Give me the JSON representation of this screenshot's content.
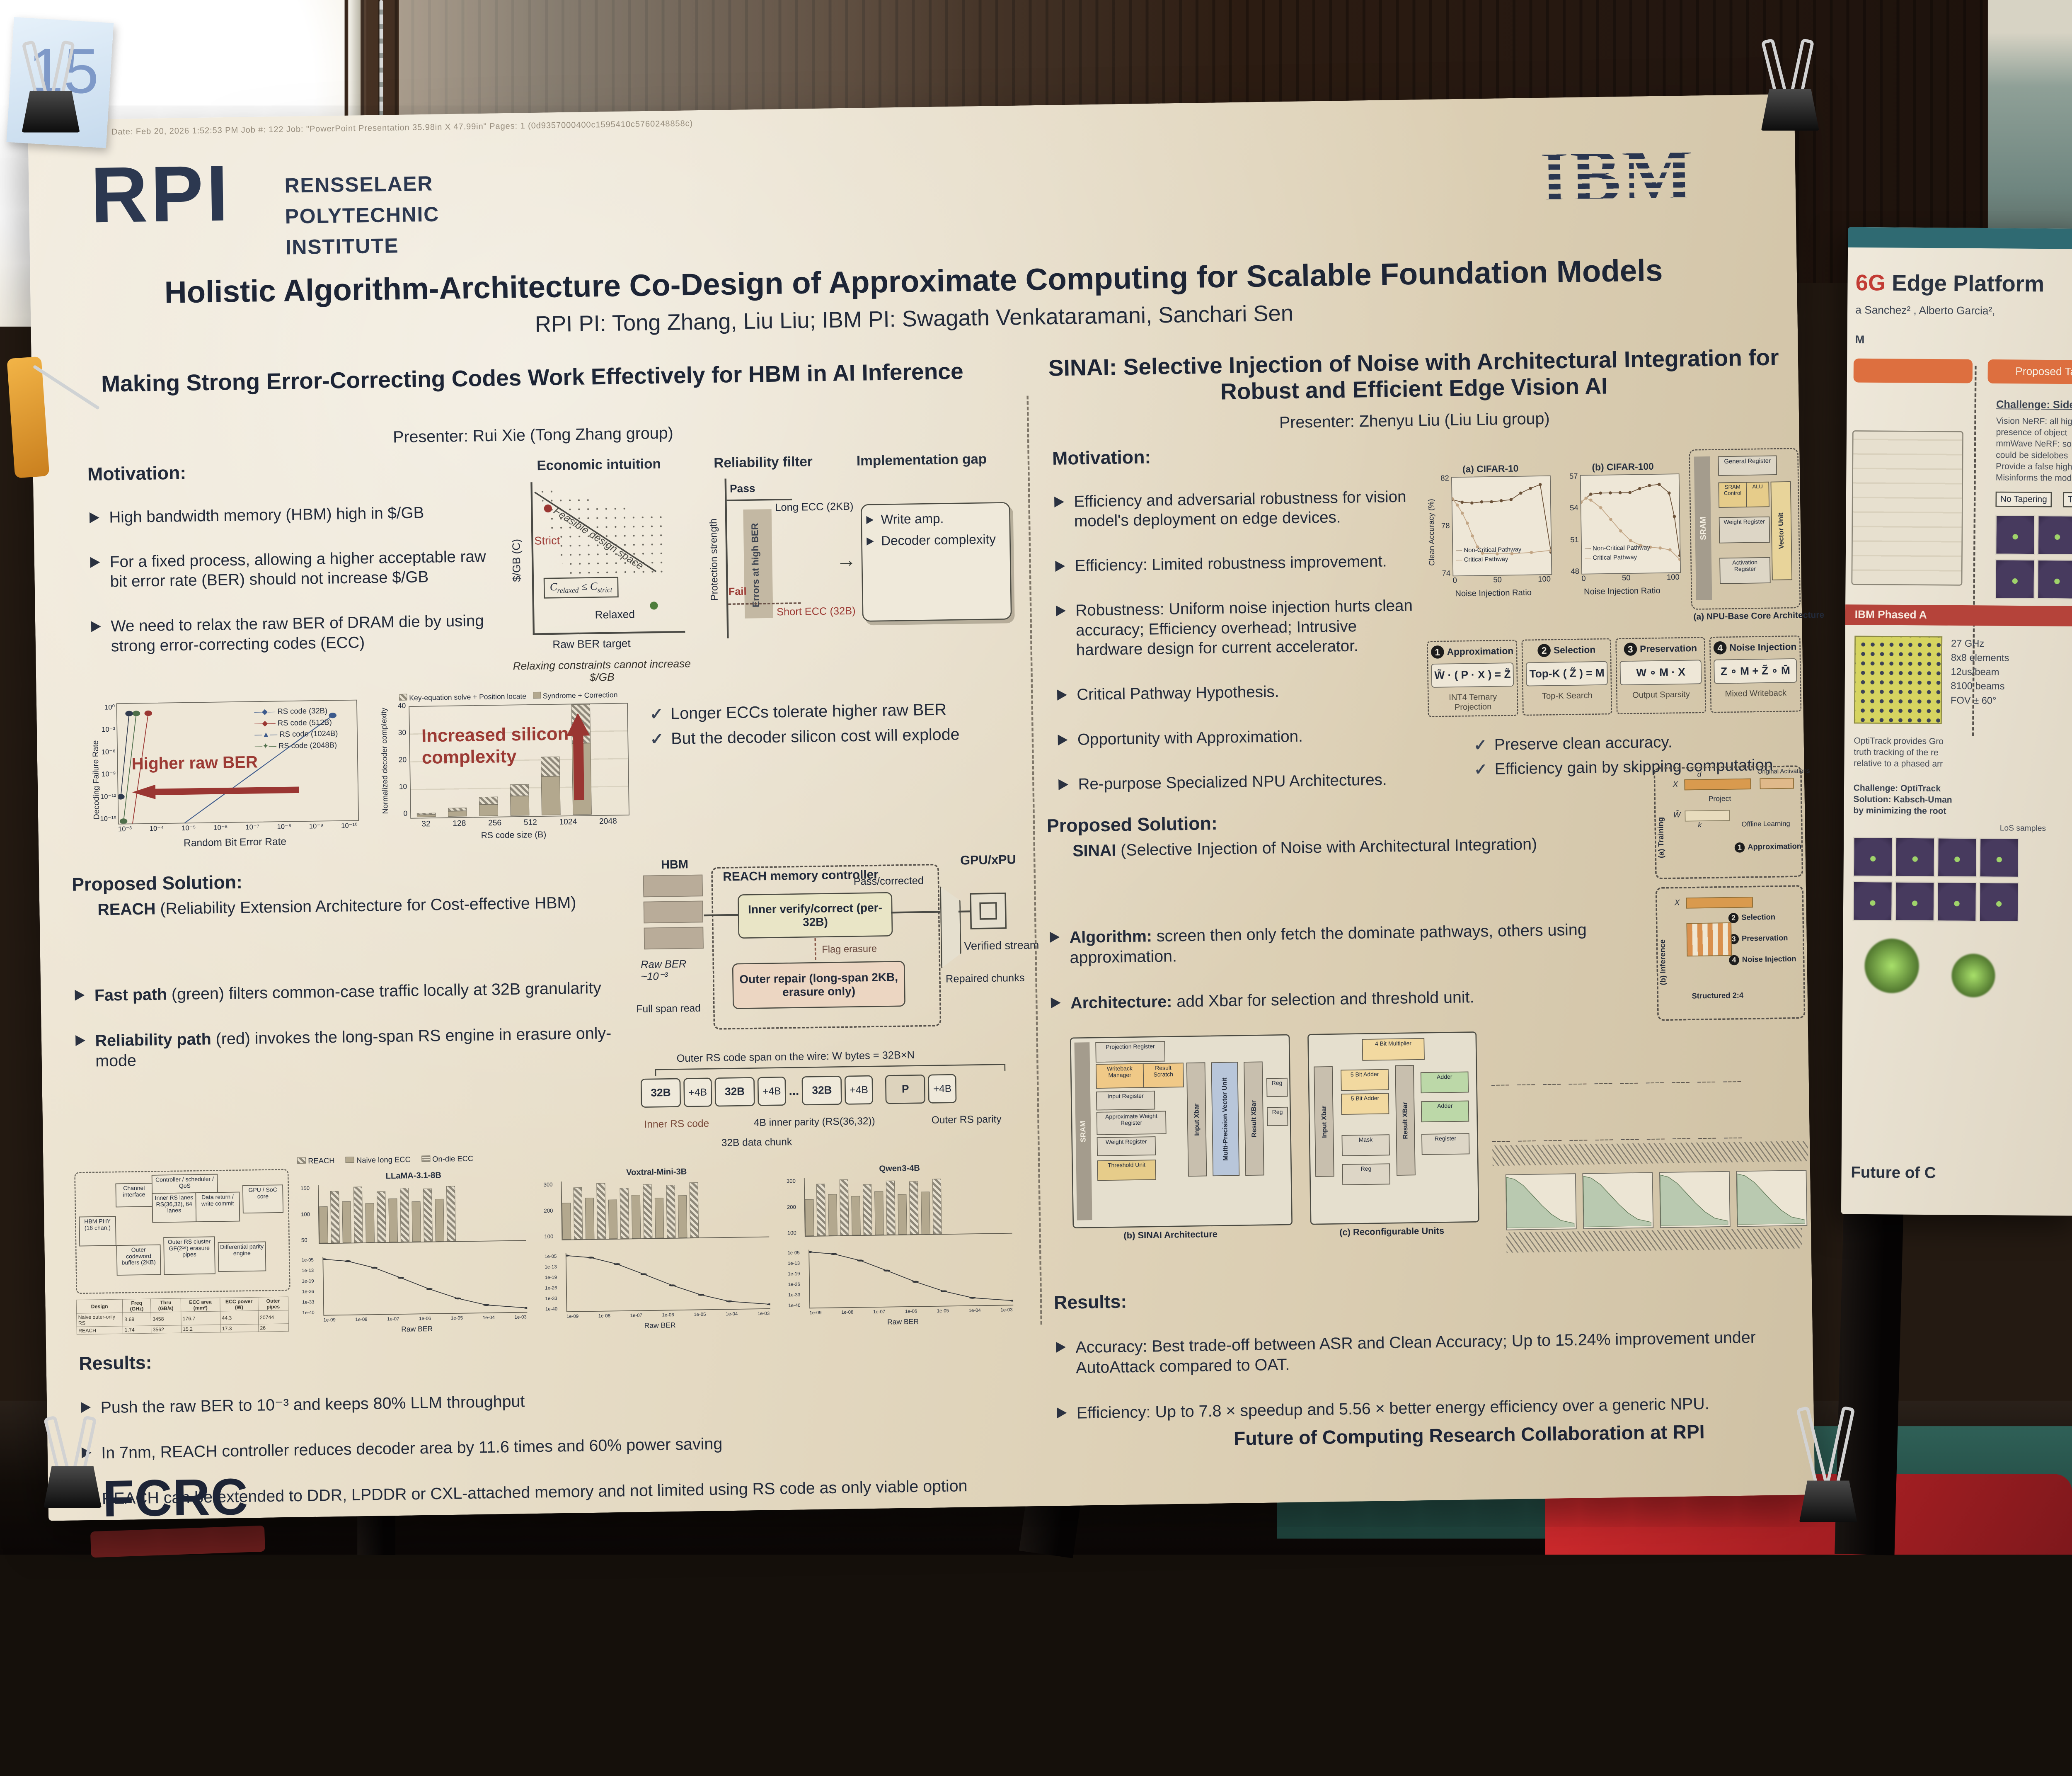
{
  "glyphs": {
    "check": "✓",
    "rarrow": "→",
    "uarrow": "↑",
    "ellipsis": "..."
  },
  "scene": {
    "sticky_note": "15"
  },
  "poster": {
    "print_line": "Date: Feb 20, 2026 1:52:53 PM    Job #: 122    Job: \"PowerPoint Presentation 35.98in X 47.99in\"    Pages: 1    (0d9357000400c1595410c5760248858c)",
    "rpi_logo": "RPI",
    "rpi_lines": [
      "RENSSELAER",
      "POLYTECHNIC",
      "INSTITUTE"
    ],
    "ibm_logo": "IBM",
    "title": "Holistic Algorithm-Architecture Co-Design of Approximate Computing for Scalable Foundation Models",
    "authors": "RPI PI: Tong Zhang, Liu Liu; IBM PI: Swagath Venkataramani, Sanchari Sen",
    "footer_fcrc": "FCRC",
    "footer_text": "Future of Computing Research Collaboration at RPI"
  },
  "left": {
    "heading": "Making Strong Error-Correcting Codes Work Effectively for HBM in AI Inference",
    "presenter": "Presenter: Rui Xie (Tong Zhang group)",
    "motivation_label": "Motivation:",
    "motivation": [
      "High bandwidth memory (HBM) high in $/GB",
      "For a fixed process, allowing a higher acceptable raw bit error rate (BER) should not increase $/GB",
      "We need to relax the raw BER of DRAM die by using strong error-correcting codes (ECC)"
    ],
    "fig_econ": {
      "title": "Economic intuition",
      "ylabel": "$/GB (C)",
      "xlabel": "Raw BER target",
      "strict": "Strict",
      "relaxed": "Relaxed",
      "feasible": "Feasible design space",
      "c": "C",
      "sub1": "relaxed",
      "le": "≤",
      "c2": "C",
      "sub2": "strict",
      "caption": "Relaxing constraints cannot increase $/GB"
    },
    "fig_filter": {
      "title": "Reliability filter",
      "ylabel": "Protection strength",
      "pass": "Pass",
      "fail": "Fail",
      "bar": "Errors at high BER",
      "long_ecc": "Long ECC (2KB)",
      "short_ecc": "Short ECC (32B)"
    },
    "fig_gap": {
      "title": "Implementation gap",
      "items": [
        "Write amp.",
        "Decoder complexity"
      ]
    },
    "fig_fail": {
      "ylabel": "Decoding Failure Rate",
      "xlabel": "Random Bit Error Rate",
      "annotation": "Higher raw BER",
      "legend": [
        "RS code (32B)",
        "RS code (512B)",
        "RS code (1024B)",
        "RS code (2048B)"
      ],
      "yticks": [
        "10⁰",
        "10⁻³",
        "10⁻⁶",
        "10⁻⁹",
        "10⁻¹²",
        "10⁻¹⁵"
      ],
      "xticks": [
        "10⁻³",
        "10⁻⁴",
        "10⁻⁵",
        "10⁻⁶",
        "10⁻⁷",
        "10⁻⁸",
        "10⁻⁹",
        "10⁻¹⁰"
      ]
    },
    "checks": [
      "Longer ECCs tolerate higher raw BER",
      "But the decoder silicon cost will explode"
    ],
    "solution_label": "Proposed Solution:",
    "solution_intro_b": "REACH",
    "solution_intro_rest": " (Reliability Extension Architecture for Cost-effective HBM)",
    "solution_bullets": [
      {
        "b": "Fast path",
        "rest": " (green) filters common-case traffic locally at 32B granularity"
      },
      {
        "b": "Reliability path",
        "rest": " (red) invokes the long-span RS engine in erasure only-mode"
      }
    ],
    "fig_reach": {
      "hbm": "HBM",
      "raw_ber": "Raw BER\n~10⁻³",
      "full_span": "Full span read",
      "controller": "REACH memory controller",
      "inner": "Inner verify/correct (per-32B)",
      "flag": "Flag erasure",
      "outer": "Outer repair (long-span 2KB, erasure only)",
      "pass": "Pass/corrected",
      "verified": "Verified stream",
      "repaired": "Repaired chunks",
      "gpu": "GPU/xPU"
    },
    "fig_strip": {
      "span": "Outer RS code span on the wire: W bytes = 32B×N",
      "cells": [
        "32B",
        "+4B",
        "32B",
        "+4B",
        "...",
        "32B",
        "+4B",
        "P",
        "+4B"
      ],
      "inner": "Inner RS code",
      "chunk": "32B data chunk",
      "parity": "4B inner parity (RS(36,32))",
      "outer": "Outer RS parity"
    },
    "fig_block": {
      "boxes": [
        "HBM PHY (16 chan.)",
        "Channel interface",
        "Controller / scheduler / QoS",
        "Inner RS lanes RS(36,32), 64 lanes",
        "Data return / write commit",
        "GPU / SoC core",
        "Outer codeword buffers (2KB)",
        "Outer RS cluster GF(2¹⁶) erasure pipes",
        "Differential parity engine"
      ]
    },
    "table": {
      "headers": [
        "Design",
        "Freq (GHz)",
        "Thru (GB/s)",
        "ECC area (mm²)",
        "ECC power (W)",
        "Outer pipes"
      ],
      "rows": [
        [
          "Naive outer-only RS",
          "3.69",
          "3458",
          "176.7",
          "44.3",
          "20744"
        ],
        [
          "REACH",
          "1.74",
          "3562",
          "15.2",
          "17.3",
          "26"
        ]
      ]
    },
    "fig_charts": {
      "legend": [
        "REACH",
        "Naive long ECC",
        "On-die ECC"
      ],
      "bar_titles": [
        "LLaMA-3.1-8B",
        "Voxtral-Mini-3B",
        "Qwen3-4B"
      ],
      "bar_yticks": [
        [
          "50",
          "100",
          "150"
        ],
        [
          "100",
          "200",
          "300"
        ],
        [
          "100",
          "200",
          "300"
        ]
      ],
      "line_yticks": [
        "1e-05",
        "1e-13",
        "1e-19",
        "1e-26",
        "1e-33",
        "1e-40"
      ],
      "line_xticks": [
        "1e-09",
        "1e-08",
        "1e-07",
        "1e-06",
        "1e-05",
        "1e-04",
        "1e-03"
      ],
      "line_xlabel": "Raw BER"
    },
    "results_label": "Results:",
    "results": [
      "Push the raw BER to 10⁻³ and keeps 80% LLM throughput",
      "In 7nm, REACH controller reduces decoder area by 11.6 times and 60% power saving",
      "REACH can be extended to DDR, LPDDR or CXL-attached memory and not limited using RS code as only viable option"
    ]
  },
  "right": {
    "heading": "SINAI: Selective Injection of Noise with Architectural Integration for Robust and Efficient Edge Vision AI",
    "presenter": "Presenter: Zhenyu Liu (Liu Liu group)",
    "motivation_label": "Motivation:",
    "motivation": [
      "Efficiency and adversarial robustness for vision model's deployment on edge devices.",
      "Efficiency: Limited robustness improvement.",
      "Robustness: Uniform noise injection hurts clean accuracy; Efficiency overhead; Intrusive hardware design for current accelerator.",
      "Critical Pathway Hypothesis.",
      "Opportunity with Approximation.",
      "Re-purpose Specialized NPU Architectures."
    ],
    "fig_npu": {
      "caption": "(a) NPU-Base Core Architecture",
      "sram": "SRAM",
      "general": "General Register",
      "sram_ctl": "SRAM Control",
      "alu": "ALU",
      "weight": "Weight Register",
      "act": "Activation Register",
      "vector": "Vector Unit"
    },
    "fig_steps": {
      "panels": [
        {
          "num": "1",
          "name": "Approximation",
          "formula": "W̃ · ( P · X ) = Z̃",
          "caption": "INT4  Ternary Projection"
        },
        {
          "num": "2",
          "name": "Selection",
          "formula": "Top-K ( Z̃ ) = M",
          "caption": "Top-K Search"
        },
        {
          "num": "3",
          "name": "Preservation",
          "formula": "W ∘ M · X",
          "caption": "Output Sparsity"
        },
        {
          "num": "4",
          "name": "Noise Injection",
          "formula": "Z ∘ M + Z̃ ∘ M̄",
          "caption": "Mixed Writeback"
        }
      ]
    },
    "checks": [
      "Preserve clean accuracy.",
      "Efficiency gain by skipping computation"
    ],
    "solution_label": "Proposed Solution:",
    "solution_intro_b": "SINAI",
    "solution_intro_rest": " (Selective Injection of Noise with Architectural Integration)",
    "solution_bullets": [
      {
        "b": "Algorithm:",
        "rest": " screen then only fetch the dominate pathways, others using approximation."
      },
      {
        "b": "Architecture:",
        "rest": " add Xbar for selection and threshold unit."
      }
    ],
    "fig_train": {
      "a_label": "(a) Training",
      "b_label": "(b) Inference",
      "x": "X",
      "d": "d",
      "k": "k",
      "w": "W̃",
      "project": "Project",
      "orig": "Original Activations",
      "offline": "Offline Learning",
      "structured": "Structured 2:4",
      "s1": "Approximation",
      "s2": "Selection",
      "s3": "Preservation",
      "s4": "Noise Injection"
    },
    "fig_sinai": {
      "b_caption": "(b) SINAI Architecture",
      "c_caption": "(c) Reconfigurable Units",
      "sram": "SRAM",
      "proj": "Projection Register",
      "wbm": "Writeback Manager",
      "scratch": "Result Scratch",
      "inreg": "Input Register",
      "awr": "Approximate Weight Register",
      "wr": "Weight Register",
      "thr": "Threshold Unit",
      "inxbar": "Input Xbar",
      "vec": "Multi-Precision Vector Unit",
      "resxbar": "Result XBar",
      "reg": "Reg",
      "mult": "4 Bit Multiplier",
      "add5a": "5 Bit Adder",
      "add5b": "5 Bit Adder",
      "adder": "Adder",
      "mask": "Mask",
      "register": "Register"
    },
    "results_label": "Results:",
    "results": [
      "Accuracy: Best trade-off between ASR and Clean Accuracy; Up to 15.24% improvement under AutoAttack compared to OAT.",
      "Efficiency: Up to 7.8 × speedup and 5.56 × better energy efficiency over a generic NPU."
    ]
  },
  "side_poster": {
    "title_6g": "6G",
    "title_rest": " Edge Platform",
    "authors": "a Sanchez² , Alberto Garcia²,",
    "m": "M",
    "proposed": "Proposed Ta",
    "challenge": "Challenge: Sidelobe Tape",
    "bullets": [
      "Vision NeRF: all high intens",
      "presence of object",
      "mmWave NeRF: some hig",
      "could be sidelobes",
      "Provide a false high ene",
      "Misinforms the model"
    ],
    "no_taper": "No Tapering",
    "taper": "Tap",
    "ibm_bar": "IBM Phased A",
    "specs": [
      "27 GHz",
      "8x8 elements",
      "12us/beam",
      "8100 beams",
      "FOV ± 60°"
    ],
    "optitrack": [
      "OptiTrack provides Gro",
      "truth tracking of the re",
      "relative to a phased arr"
    ],
    "challenge2": [
      "Challenge: OptiTrack",
      "Solution: Kabsch-Uman",
      "by minimizing the root"
    ],
    "los": "LoS samples",
    "future": "Future of C"
  },
  "charts": {
    "complexity": {
      "type": "bar",
      "title": "Increased silicon complexity",
      "legend": [
        "Key-equation solve + Position locate",
        "Syndrome + Correction"
      ],
      "categories": [
        "32",
        "128",
        "256",
        "512",
        "1024",
        "2048"
      ],
      "series": [
        {
          "name": "Syndrome + Correction",
          "values": [
            0.6,
            1.8,
            4,
            7,
            14,
            26
          ]
        },
        {
          "name": "Key-equation solve + Position locate",
          "values": [
            0.3,
            0.9,
            2.5,
            4,
            7,
            14
          ]
        }
      ],
      "yticks": [
        0,
        10,
        20,
        30,
        40
      ],
      "ylim": [
        0,
        40
      ],
      "ylabel": "Normalized decoder complexity",
      "xlabel": "RS code size (B)"
    },
    "cifar10": {
      "type": "line",
      "title": "(a) CIFAR-10",
      "ylabel": "Clean Accuracy (%)",
      "xlabel": "Noise Injection Ratio",
      "yticks": [
        74,
        78,
        82
      ],
      "ylim": [
        73.5,
        84.2
      ],
      "xticks": [
        0,
        50,
        100
      ],
      "legend": [
        "Non-Critical Pathway",
        "Critical Pathway"
      ],
      "series": [
        {
          "name": "Non-Critical Pathway",
          "points": [
            [
              0,
              81.8
            ],
            [
              10,
              81.5
            ],
            [
              20,
              81.4
            ],
            [
              30,
              81.5
            ],
            [
              40,
              81.5
            ],
            [
              50,
              81.6
            ],
            [
              60,
              81.7
            ],
            [
              70,
              82.4
            ],
            [
              80,
              82.9
            ],
            [
              90,
              83.3
            ],
            [
              100,
              75.9
            ]
          ]
        },
        {
          "name": "Critical Pathway",
          "points": [
            [
              0,
              81.9
            ],
            [
              5,
              81.2
            ],
            [
              10,
              80.3
            ],
            [
              15,
              79.2
            ],
            [
              20,
              77.8
            ],
            [
              25,
              76.6
            ],
            [
              30,
              75.9
            ],
            [
              45,
              75.8
            ],
            [
              60,
              75.8
            ],
            [
              80,
              75.9
            ],
            [
              100,
              76.1
            ]
          ]
        }
      ]
    },
    "cifar100": {
      "type": "line",
      "title": "(b) CIFAR-100",
      "ylabel": "Clean Accuracy (%)",
      "xlabel": "Noise Injection Ratio",
      "yticks": [
        48,
        51,
        54,
        57
      ],
      "ylim": [
        47.5,
        57.5
      ],
      "xticks": [
        0,
        50,
        100
      ],
      "legend": [
        "Non-Critical Pathway",
        "Critical Pathway"
      ],
      "series": [
        {
          "name": "Non-Critical Pathway",
          "points": [
            [
              0,
              54.8
            ],
            [
              10,
              55.6
            ],
            [
              20,
              55.7
            ],
            [
              30,
              55.7
            ],
            [
              40,
              55.7
            ],
            [
              50,
              55.7
            ],
            [
              60,
              56.1
            ],
            [
              70,
              56.4
            ],
            [
              80,
              56.5
            ],
            [
              90,
              55.6
            ],
            [
              95,
              53.2
            ],
            [
              100,
              49.2
            ]
          ]
        },
        {
          "name": "Critical Pathway",
          "points": [
            [
              0,
              54.8
            ],
            [
              5,
              55.2
            ],
            [
              10,
              55.0
            ],
            [
              20,
              54.2
            ],
            [
              30,
              53.0
            ],
            [
              40,
              51.8
            ],
            [
              50,
              50.8
            ],
            [
              60,
              50.3
            ],
            [
              70,
              50.1
            ],
            [
              80,
              50.0
            ],
            [
              90,
              49.8
            ],
            [
              100,
              48.8
            ]
          ]
        }
      ]
    },
    "fail_lines": {
      "blue": [
        [
          3,
          4
        ],
        [
          90,
          64
        ]
      ],
      "red": [
        [
          4,
          10
        ],
        [
          13,
          66
        ]
      ],
      "green": [
        [
          2,
          22
        ],
        [
          8,
          66
        ]
      ],
      "dark": [
        [
          1,
          32
        ],
        [
          5,
          66
        ]
      ]
    },
    "deco_bars": [
      62,
      88,
      70,
      95,
      66,
      86,
      74,
      92,
      68,
      90,
      72,
      94
    ],
    "riser": [
      [
        0,
        96
      ],
      [
        12,
        92
      ],
      [
        25,
        80
      ],
      [
        38,
        62
      ],
      [
        52,
        42
      ],
      [
        66,
        25
      ],
      [
        80,
        13
      ],
      [
        100,
        7
      ]
    ],
    "group4": [
      48,
      66,
      82,
      95
    ]
  }
}
